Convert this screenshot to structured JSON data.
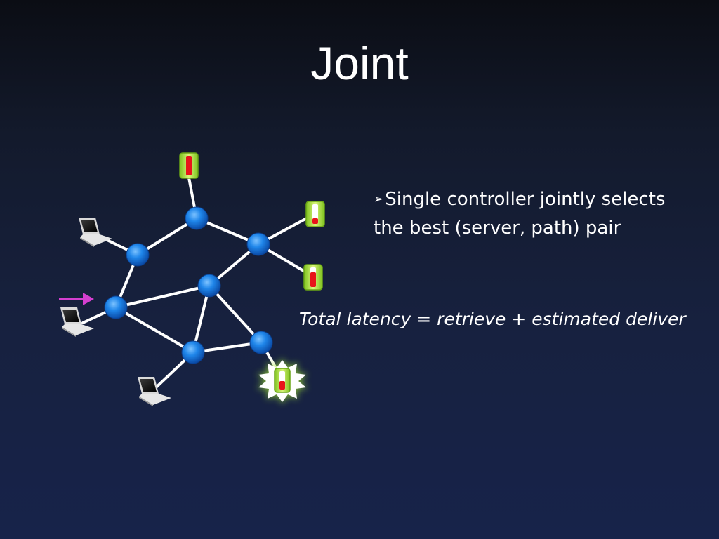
{
  "slide": {
    "title": "Joint",
    "bullet_marker": "➢",
    "bullet_text": "Single controller jointly selects the best (server, path) pair",
    "formula": "Total latency = retrieve + estimated deliver"
  },
  "colors": {
    "background_top": "#0b0d14",
    "background_bottom": "#17234a",
    "node": "#1a7fe0",
    "link": "#ffffff",
    "arrow": "#d43fd0",
    "server_body": "#9ee03a",
    "server_indicator": "#e8141a",
    "selected_server_burst": "#ffffff",
    "selected_server_glow": "#a3e635"
  },
  "icons": {
    "switch": "switch-node-icon",
    "client": "laptop-icon",
    "server": "server-icon",
    "selected_server": "selected-server-burst-icon",
    "request": "request-arrow-icon"
  }
}
